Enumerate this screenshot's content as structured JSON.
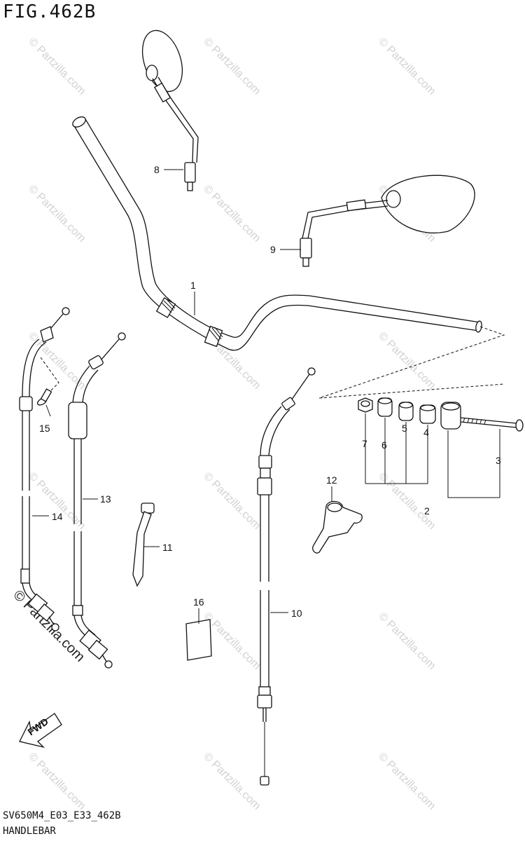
{
  "figure": {
    "title": "FIG.462B",
    "code": "SV650M4_E03_E33_462B",
    "name": "HANDLEBAR"
  },
  "watermarks": {
    "text": "© Partzilla.com",
    "corner_text": "© Partzilla.com"
  },
  "fwd_arrow": {
    "label": "FWD"
  },
  "callouts": [
    {
      "id": "c1",
      "label": "1"
    },
    {
      "id": "c2",
      "label": "2"
    },
    {
      "id": "c3",
      "label": "3"
    },
    {
      "id": "c4",
      "label": "4"
    },
    {
      "id": "c5",
      "label": "5"
    },
    {
      "id": "c6",
      "label": "6"
    },
    {
      "id": "c7",
      "label": "7"
    },
    {
      "id": "c8",
      "label": "8"
    },
    {
      "id": "c9",
      "label": "9"
    },
    {
      "id": "c10",
      "label": "10"
    },
    {
      "id": "c11",
      "label": "11"
    },
    {
      "id": "c12",
      "label": "12"
    },
    {
      "id": "c13",
      "label": "13"
    },
    {
      "id": "c14",
      "label": "14"
    },
    {
      "id": "c15",
      "label": "15"
    },
    {
      "id": "c16",
      "label": "16"
    }
  ]
}
